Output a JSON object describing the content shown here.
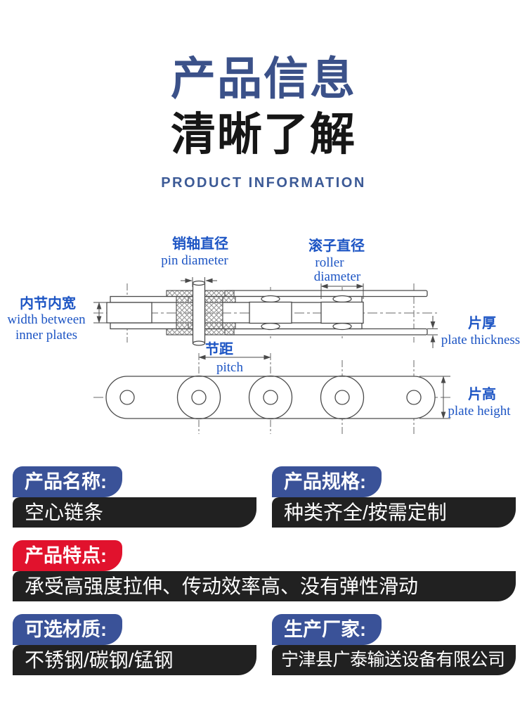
{
  "header": {
    "title_line1": "产品信息",
    "title_line2": "清晰了解",
    "subtitle": "PRODUCT INFORMATION"
  },
  "diagram": {
    "labels": {
      "pin_zh": "销轴直径",
      "pin_en": "pin diameter",
      "roller_zh": "滚子直径",
      "roller_en1": "roller",
      "roller_en2": "diameter",
      "inner_width_zh": "内节内宽",
      "inner_width_en1": "width between",
      "inner_width_en2": "inner plates",
      "plate_thickness_zh": "片厚",
      "plate_thickness_en": "plate thickness",
      "pitch_zh": "节距",
      "pitch_en": "pitch",
      "plate_height_zh": "片高",
      "plate_height_en": "plate height"
    }
  },
  "info": {
    "blocks": [
      {
        "label": "产品名称:",
        "value": "空心链条"
      },
      {
        "label": "产品规格:",
        "value": "种类齐全/按需定制"
      },
      {
        "label": "产品特点:",
        "value": "承受高强度拉伸、传动效率高、没有弹性滑动"
      },
      {
        "label": "可选材质:",
        "value": "不锈钢/碳钢/锰钢"
      },
      {
        "label": "生产厂家:",
        "value": "宁津县广泰输送设备有限公司"
      }
    ]
  },
  "colors": {
    "accent_blue": "#3a5298",
    "accent_red": "#e1122d",
    "bar_dark": "#212121",
    "title_blue": "#3b5189",
    "diagram_label_blue": "#1d55c4"
  }
}
